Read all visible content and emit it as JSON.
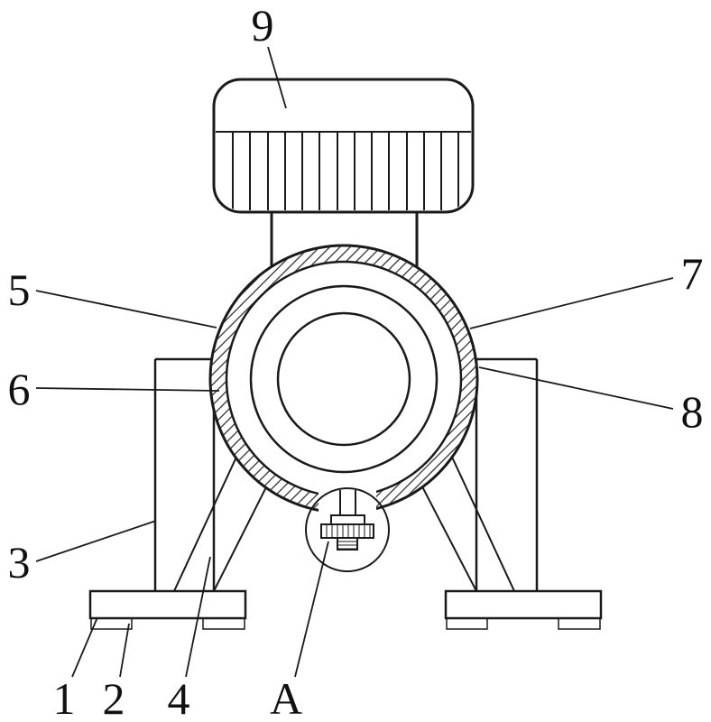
{
  "figure": {
    "background": "#ffffff",
    "line_color": "#1a1a1a",
    "callouts": {
      "c1": "1",
      "c2": "2",
      "c3": "3",
      "c4": "4",
      "c5": "5",
      "c6": "6",
      "c7": "7",
      "c8": "8",
      "c9": "9",
      "cA": "A"
    }
  }
}
